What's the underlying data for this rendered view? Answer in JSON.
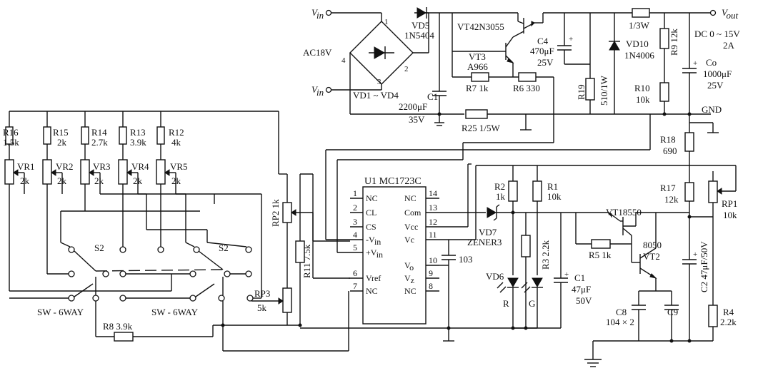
{
  "inputs": {
    "vin_top": "V",
    "vin_top_sub": "in",
    "vin_bot": "V",
    "vin_bot_sub": "in",
    "ac": "AC18V"
  },
  "bridge": {
    "n1": "1",
    "n2": "2",
    "n3": "3",
    "n4": "4",
    "name": "VD1 ~ VD4"
  },
  "power": {
    "vd5_name": "VD5",
    "vd5_val": "1N5404",
    "vt4": "VT42N3055",
    "vt3_name": "VT3",
    "vt3_val": "A966",
    "c4_name": "C4",
    "c4_val": "470μF",
    "c4_volt": "25V",
    "c1_name": "C1",
    "c1_val": "2200μF",
    "c1_volt": "35V",
    "r7": "R7 1k",
    "r6": "R6 330",
    "r25": "R25 1/5W",
    "r19_name": "R19",
    "r19_val": "510/1W",
    "vd10_name": "VD10",
    "vd10_val": "1N4006",
    "rw": "1/3W",
    "r9": "R9 12k",
    "r10_name": "R10",
    "r10_val": "10k",
    "co_name": "Co",
    "co_val": "1000μF",
    "co_volt": "25V",
    "vout": "V",
    "vout_sub": "out",
    "dc": "DC  0 ~ 15V",
    "amp": "2A",
    "gnd": "GND",
    "r18_name": "R18",
    "r18_val": "690",
    "r17_name": "R17",
    "r17_val": "12k",
    "rp1_name": "RP1",
    "rp1_val": "10k",
    "c2": "C2 47μF/50V",
    "r4_name": "R4",
    "r4_val": "2.2k"
  },
  "selector": {
    "r16": "R16",
    "r16v": "1.5k",
    "r15": "R15",
    "r15v": "2k",
    "r14": "R14",
    "r14v": "2.7k",
    "r13": "R13",
    "r13v": "3.9k",
    "r12": "R12",
    "r12v": "4k",
    "vr1": "VR1",
    "vr2": "VR2",
    "vr3": "VR3",
    "vr4": "VR4",
    "vr5": "VR5",
    "vr_val": "2k",
    "s2a": "S2",
    "s2b": "S2",
    "sw_a": "SW - 6WAY",
    "sw_b": "SW - 6WAY",
    "r8": "R8  3.9k",
    "rp2": "RP2 1k",
    "r11": "R11 7.5k",
    "rp3_name": "RP3",
    "rp3_val": "5k"
  },
  "ic": {
    "name": "U1 MC1723C",
    "left_pins": [
      {
        "n": "1",
        "label": "NC"
      },
      {
        "n": "2",
        "label": "CL"
      },
      {
        "n": "3",
        "label": "CS"
      },
      {
        "n": "4",
        "label": "-V"
      },
      {
        "n": "5",
        "label": "+V"
      },
      {
        "n": "6",
        "label": "Vref"
      },
      {
        "n": "7",
        "label": "NC"
      }
    ],
    "right_pins": [
      {
        "n": "14",
        "label": "NC"
      },
      {
        "n": "13",
        "label": "Com"
      },
      {
        "n": "12",
        "label": "Vcc"
      },
      {
        "n": "11",
        "label": "Vc"
      },
      {
        "n": "10",
        "label": "V"
      },
      {
        "n": "9",
        "label": "V"
      },
      {
        "n": "8",
        "label": "NC"
      }
    ],
    "in_sub": "in",
    "o_sub": "o",
    "z_sub": "z"
  },
  "indicator": {
    "c103": "103",
    "r2_name": "R2",
    "r2_val": "1k",
    "r1_name": "R1",
    "r1_val": "10k",
    "vd7_name": "VD7",
    "vd7_val": "ZENER3",
    "r3": "R3 2.2k",
    "vd6": "VD6",
    "led_r": "R",
    "led_g": "G",
    "c1b_name": "C1",
    "c1b_val": "47μF",
    "c1b_volt": "50V"
  },
  "driver": {
    "vt1": "VT18550",
    "r5": "R5 1k",
    "vt2_val": "8050",
    "vt2_name": "VT2",
    "c8_name": "C8",
    "c8_val": "104 × 2",
    "c9": "C9"
  }
}
